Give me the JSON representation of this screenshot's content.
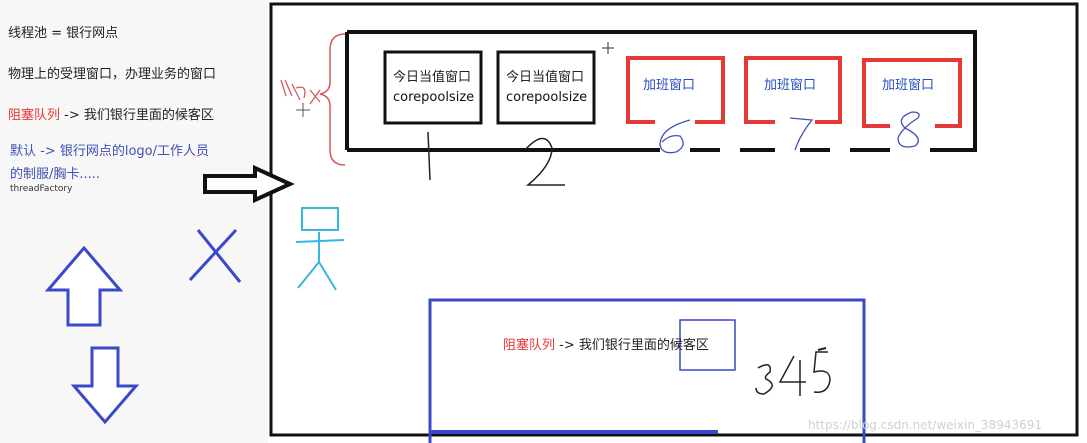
{
  "left_notes": {
    "line1": "线程池 = 银行网点",
    "line2": "物理上的受理窗口，办理业务的窗口",
    "line3_red": "阻塞队列",
    "line3_rest": " -> 我们银行里面的候客区",
    "line4a": "默认 -> 银行网点的logo/工作人员",
    "line4b": "的制服/胸卡.....",
    "line5": "threadFactory"
  },
  "windows": [
    {
      "title": "今日当值窗口",
      "sub": "corepoolsize",
      "num": "1"
    },
    {
      "title": "今日当值窗口",
      "sub": "corepoolsize",
      "num": "2"
    }
  ],
  "overtime": [
    {
      "title": "加班窗口",
      "num": "6"
    },
    {
      "title": "加班窗口",
      "num": "7"
    },
    {
      "title": "加班窗口",
      "num": "8"
    }
  ],
  "max_label": "Max",
  "queue": {
    "red": "阻塞队列",
    "rest": " -> 我们银行里面的候客区",
    "hand": "345"
  },
  "watermark": "https://blog.csdn.net/weixin_38943691",
  "colors": {
    "red": "#e53935",
    "blue": "#3949c9",
    "black": "#111111",
    "cyan": "#35b6e0"
  }
}
